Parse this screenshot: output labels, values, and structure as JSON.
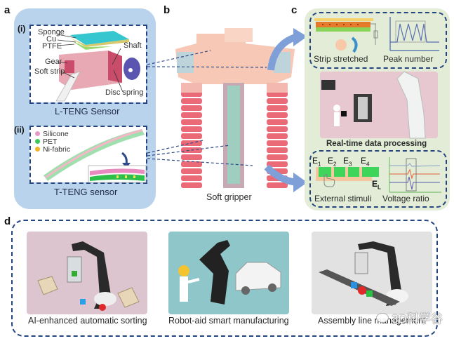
{
  "panels": {
    "a": {
      "letter": "a",
      "sub_i": {
        "tag": "(i)",
        "labels": [
          "Sponge",
          "Cu",
          "PTFE",
          "Gear",
          "Soft strip",
          "Shaft",
          "Disc spring"
        ],
        "caption": "L-TENG Sensor"
      },
      "sub_ii": {
        "tag": "(ii)",
        "legend": [
          {
            "label": "Silicone",
            "color": "#e89ac6"
          },
          {
            "label": "PET",
            "color": "#3cc85a"
          },
          {
            "label": "Ni-fabric",
            "color": "#f0b429"
          }
        ],
        "caption": "T-TENG sensor"
      }
    },
    "b": {
      "letter": "b",
      "caption": "Soft gripper"
    },
    "c": {
      "letter": "c",
      "top": {
        "left_caption": "Strip stretched",
        "right_caption": "Peak number"
      },
      "middle": {
        "caption": "Real-time data processing"
      },
      "bottom": {
        "electrodes": [
          "E1",
          "E2",
          "E3",
          "E4"
        ],
        "electrode_subs": [
          "1",
          "2",
          "3",
          "4"
        ],
        "electrode_base": "E",
        "long_electrode": {
          "base": "E",
          "sub": "L"
        },
        "left_caption": "External stimuli",
        "right_caption": "Voltage ratio"
      }
    },
    "d": {
      "letter": "d",
      "scenes": [
        {
          "caption": "AI-enhanced automatic sorting"
        },
        {
          "caption": "Robot-aid smart manufacturing"
        },
        {
          "caption": "Assembly line management"
        }
      ]
    }
  },
  "watermark": "3D科学谷",
  "colors": {
    "panel_a_bg": "#b9d3ec",
    "panel_c_bg": "#e2ecd6",
    "dash": "#24457f",
    "arrow": "#7f9fd8"
  }
}
